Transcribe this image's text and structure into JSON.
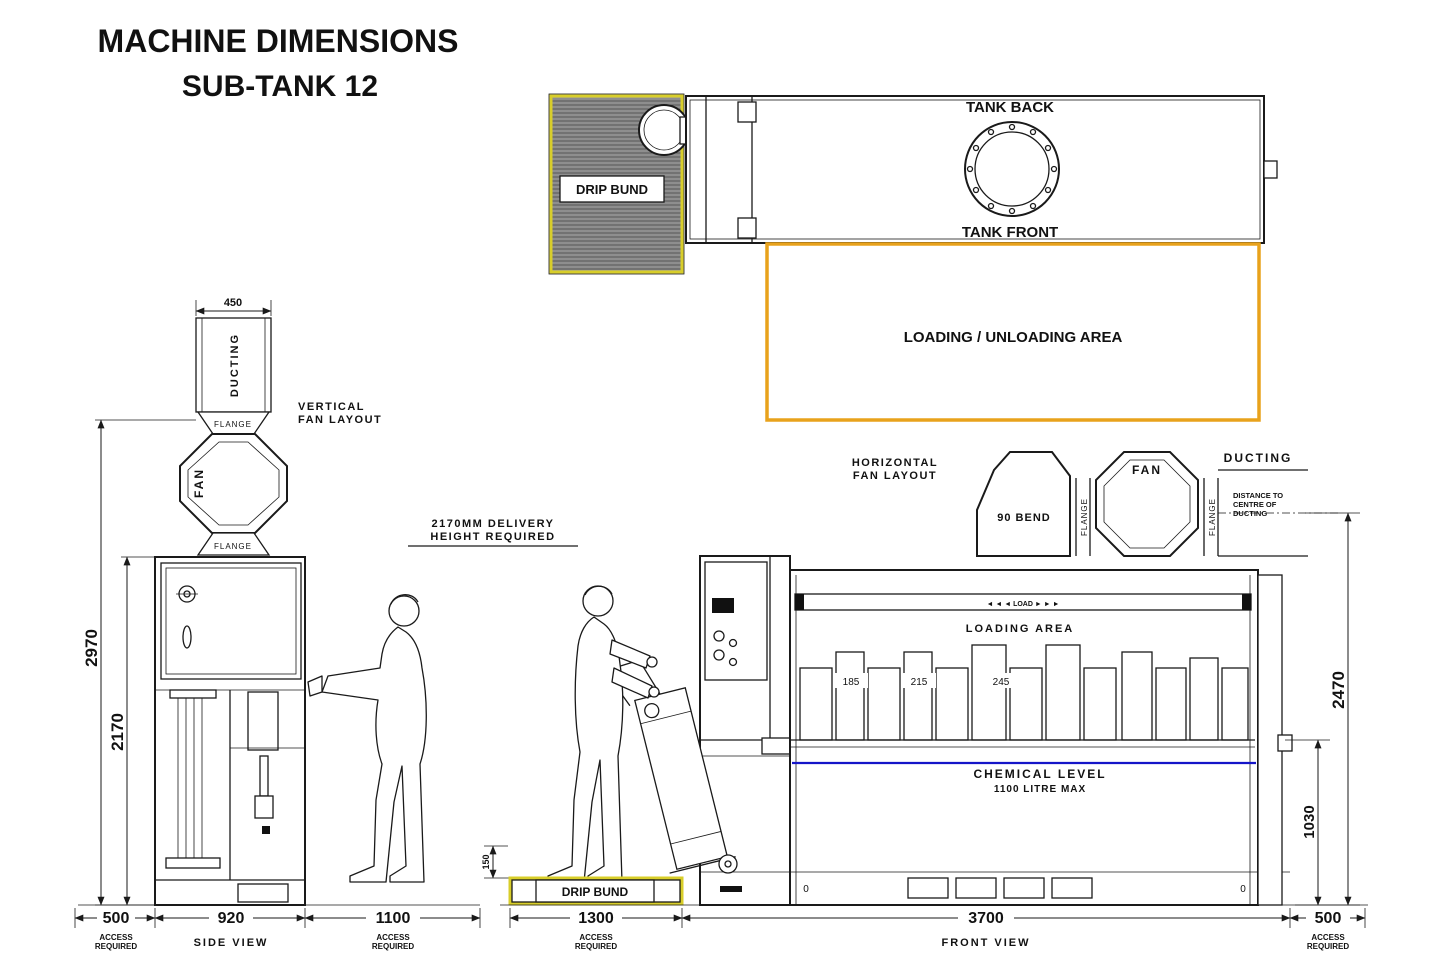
{
  "title": {
    "line1": "MACHINE DIMENSIONS",
    "line2": "SUB-TANK 12"
  },
  "top_view": {
    "drip_bund_label": "DRIP BUND",
    "tank_back": "TANK BACK",
    "tank_front": "TANK FRONT",
    "loading_unloading": "LOADING / UNLOADING AREA"
  },
  "side_view": {
    "dim_duct_width": "450",
    "ducting": "DUCTING",
    "flange": "FLANGE",
    "fan": "FAN",
    "layout_line1": "VERTICAL",
    "layout_line2": "FAN LAYOUT",
    "dim_total_height": "2970",
    "dim_body_height": "2170",
    "dim_access_left": "500",
    "dim_width": "920",
    "dim_access_right": "1100",
    "access_line1": "ACCESS",
    "access_line2": "REQUIRED",
    "view_label": "SIDE VIEW"
  },
  "delivery_note": {
    "line1": "2170MM DELIVERY",
    "line2": "HEIGHT  REQUIRED"
  },
  "front_view": {
    "layout_line1": "HORIZONTAL",
    "layout_line2": "FAN LAYOUT",
    "bend_label": "90 BEND",
    "flange": "FLANGE",
    "fan": "FAN",
    "ducting": "DUCTING",
    "distance_line1": "DISTANCE TO",
    "distance_line2": "CENTRE OF",
    "distance_line3": "DUCTING",
    "load_marker": "◄ ◄ ◄   LOAD   ► ► ►",
    "loading_area": "LOADING AREA",
    "plate_labels": [
      "185",
      "215",
      "245"
    ],
    "chem_line1": "CHEMICAL LEVEL",
    "chem_line2": "1100 LITRE MAX",
    "dim_total_height": "2470",
    "dim_level_height": "1030",
    "dim_bund_lip": "150",
    "dim_bund_width": "1300",
    "dim_width": "3700",
    "dim_access_right": "500",
    "drip_bund_label": "DRIP BUND",
    "zero": "0",
    "access_line1": "ACCESS",
    "access_line2": "REQUIRED",
    "view_label": "FRONT VIEW"
  }
}
